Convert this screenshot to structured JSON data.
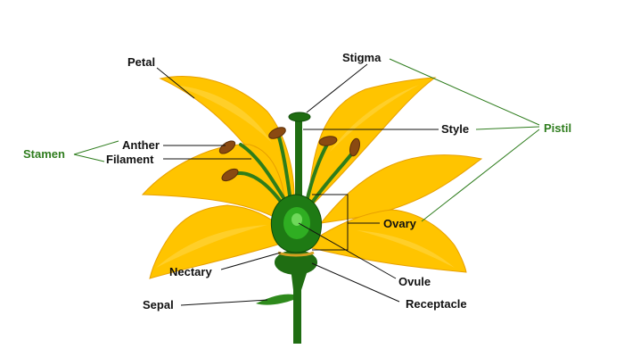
{
  "labels": {
    "petal": "Petal",
    "stigma": "Stigma",
    "style": "Style",
    "pistil": "Pistil",
    "anther": "Anther",
    "filament": "Filament",
    "stamen": "Stamen",
    "ovary": "Ovary",
    "nectary": "Nectary",
    "ovule": "Ovule",
    "sepal": "Sepal",
    "receptacle": "Receptacle"
  },
  "colors": {
    "petal": "#ffc400",
    "stem": "#1f6d12",
    "ovary": "#1e7a14",
    "anther": "#8a4a12",
    "group_label": "#2f7d1e",
    "nectary": "#d4a020"
  }
}
